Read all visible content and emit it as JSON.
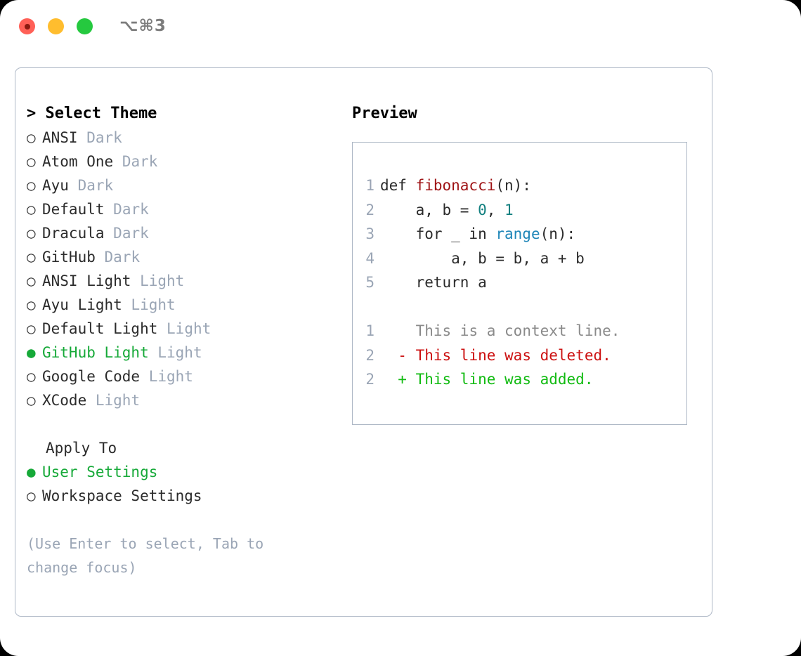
{
  "titlebar": {
    "shortcut": "⌥⌘3",
    "buttons": {
      "close": "close",
      "minimize": "minimize",
      "maximize": "maximize"
    }
  },
  "theme_list": {
    "header": "> Select Theme",
    "items": [
      {
        "bullet": "○",
        "name": "ANSI",
        "variant": "Dark",
        "selected": false
      },
      {
        "bullet": "○",
        "name": "Atom One",
        "variant": "Dark",
        "selected": false
      },
      {
        "bullet": "○",
        "name": "Ayu",
        "variant": "Dark",
        "selected": false
      },
      {
        "bullet": "○",
        "name": "Default",
        "variant": "Dark",
        "selected": false
      },
      {
        "bullet": "○",
        "name": "Dracula",
        "variant": "Dark",
        "selected": false
      },
      {
        "bullet": "○",
        "name": "GitHub",
        "variant": "Dark",
        "selected": false
      },
      {
        "bullet": "○",
        "name": "ANSI Light",
        "variant": "Light",
        "selected": false
      },
      {
        "bullet": "○",
        "name": "Ayu Light",
        "variant": "Light",
        "selected": false
      },
      {
        "bullet": "○",
        "name": "Default Light",
        "variant": "Light",
        "selected": false
      },
      {
        "bullet": "●",
        "name": "GitHub Light",
        "variant": "Light",
        "selected": true
      },
      {
        "bullet": "○",
        "name": "Google Code",
        "variant": "Light",
        "selected": false
      },
      {
        "bullet": "○",
        "name": "XCode",
        "variant": "Light",
        "selected": false
      }
    ]
  },
  "apply_to": {
    "header": "Apply To",
    "items": [
      {
        "bullet": "●",
        "name": "User Settings",
        "selected": true
      },
      {
        "bullet": "○",
        "name": "Workspace Settings",
        "selected": false
      }
    ]
  },
  "hint": "(Use Enter to select, Tab to change focus)",
  "preview": {
    "title": "Preview",
    "code_lines": [
      {
        "number": "1",
        "tokens": [
          {
            "text": "def ",
            "kind": "plain"
          },
          {
            "text": "fibonacci",
            "kind": "fn"
          },
          {
            "text": "(n):",
            "kind": "plain"
          }
        ]
      },
      {
        "number": "2",
        "tokens": [
          {
            "text": "    a, b = ",
            "kind": "plain"
          },
          {
            "text": "0",
            "kind": "num"
          },
          {
            "text": ", ",
            "kind": "plain"
          },
          {
            "text": "1",
            "kind": "num"
          }
        ]
      },
      {
        "number": "3",
        "tokens": [
          {
            "text": "    for _ in ",
            "kind": "plain"
          },
          {
            "text": "range",
            "kind": "call"
          },
          {
            "text": "(n):",
            "kind": "plain"
          }
        ]
      },
      {
        "number": "4",
        "tokens": [
          {
            "text": "        a, b = b, a + b",
            "kind": "plain"
          }
        ]
      },
      {
        "number": "5",
        "tokens": [
          {
            "text": "    return a",
            "kind": "plain"
          }
        ]
      }
    ],
    "diff_lines": [
      {
        "number": "1",
        "marker": " ",
        "text": " This is a context line.",
        "kind": "ctx"
      },
      {
        "number": "2",
        "marker": "-",
        "text": " This line was deleted.",
        "kind": "del"
      },
      {
        "number": "2",
        "marker": "+",
        "text": " This line was added.",
        "kind": "add"
      }
    ]
  },
  "colors": {
    "accent_green": "#16a938",
    "border": "#aeb8c6",
    "muted": "#9aa5b5",
    "diff_delete": "#cc1111",
    "diff_add": "#12bb12",
    "token_function": "#9e1315",
    "token_number": "#117f7f",
    "token_call": "#1f86b8"
  }
}
